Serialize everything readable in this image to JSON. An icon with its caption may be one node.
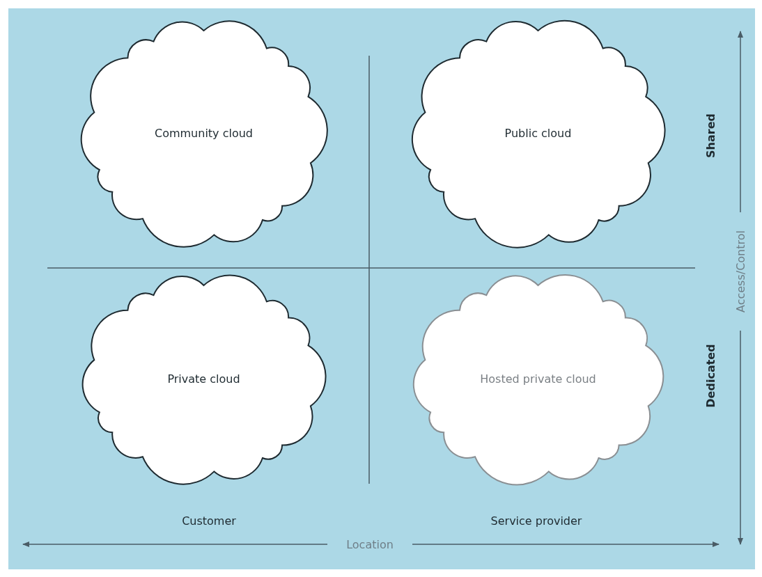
{
  "diagram": {
    "nodes": [
      {
        "text": [
          "Community cloud"
        ]
      },
      {
        "text": [
          "Public cloud"
        ]
      },
      {
        "text": [
          "Private cloud"
        ]
      },
      {
        "text": [
          "Hosted private cloud"
        ]
      }
    ],
    "labels": [
      "Shared",
      "Access/Control",
      "Dedicated",
      "Customer",
      "Service provider",
      "Location"
    ]
  }
}
